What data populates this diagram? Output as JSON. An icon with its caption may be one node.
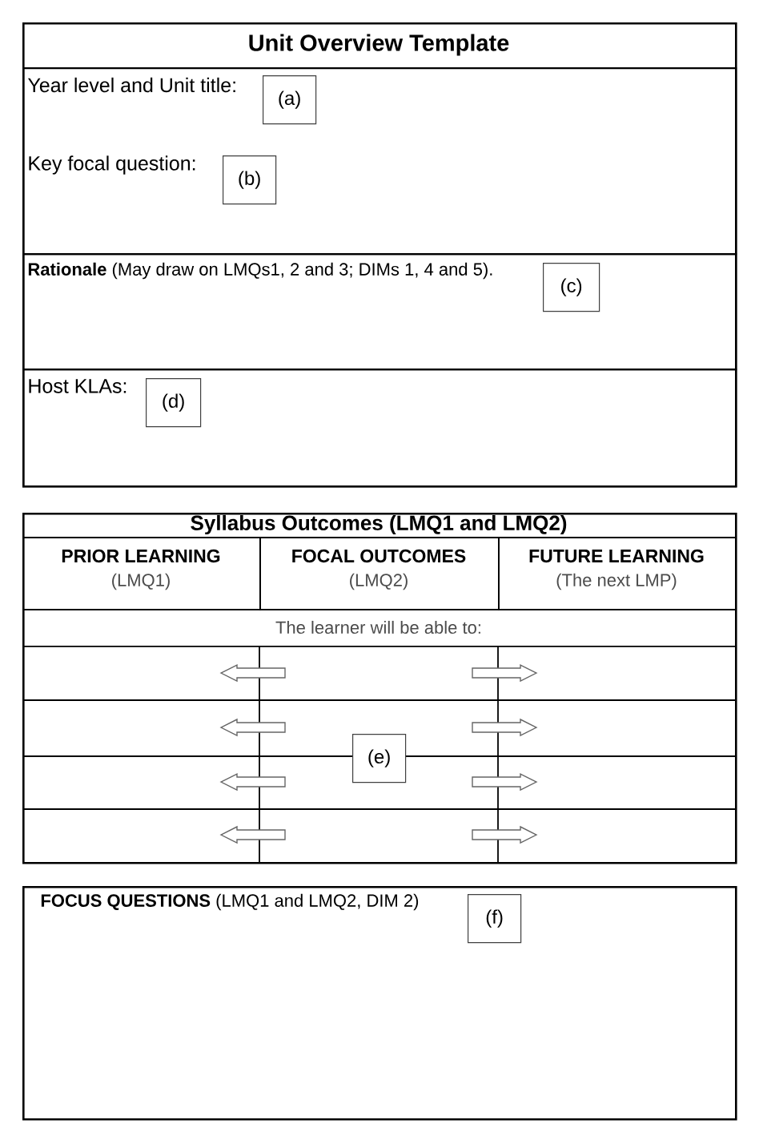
{
  "diagram": {
    "nodes": [
      {
        "text": [
          "Unit Overview Template"
        ]
      },
      {
        "text": [
          "Year level and Unit title:",
          "Key focal question:"
        ],
        "in": 0
      },
      {
        "text": [
          "(a)"
        ],
        "in": 1
      },
      {
        "text": [
          "(b)"
        ],
        "in": 1
      },
      {
        "text": [
          "**Rationale** (May draw on LMQs1, 2 and 3; DIMs 1, 4 and 5)."
        ],
        "in": 0
      },
      {
        "text": [
          "(c)"
        ],
        "in": 4
      },
      {
        "text": [
          "Host KLAs:"
        ],
        "in": 0
      },
      {
        "text": [
          "(d)"
        ],
        "in": 6
      },
      {
        "text": [
          "**Syllabus Outcomes** (LMQ1 and LMQ2)"
        ]
      },
      {
        "text": [
          "PRIOR LEARNING",
          "(LMQ1)"
        ],
        "in": 8
      },
      {
        "text": [
          "FOCAL OUTCOMES",
          "(LMQ2)"
        ],
        "in": 8
      },
      {
        "text": [
          "FUTURE LEARNING",
          "(The next LMP)"
        ],
        "in": 8
      },
      {
        "text": [
          "The learner will be able to:"
        ],
        "in": 8
      },
      {
        "text": [
          "(e)"
        ],
        "in": 8
      },
      {
        "text": [
          "**FOCUS QUESTIONS** (LMQ1 and LMQ2, DIM 2)"
        ]
      },
      {
        "text": [
          "(f)"
        ],
        "in": 14
      }
    ]
  }
}
